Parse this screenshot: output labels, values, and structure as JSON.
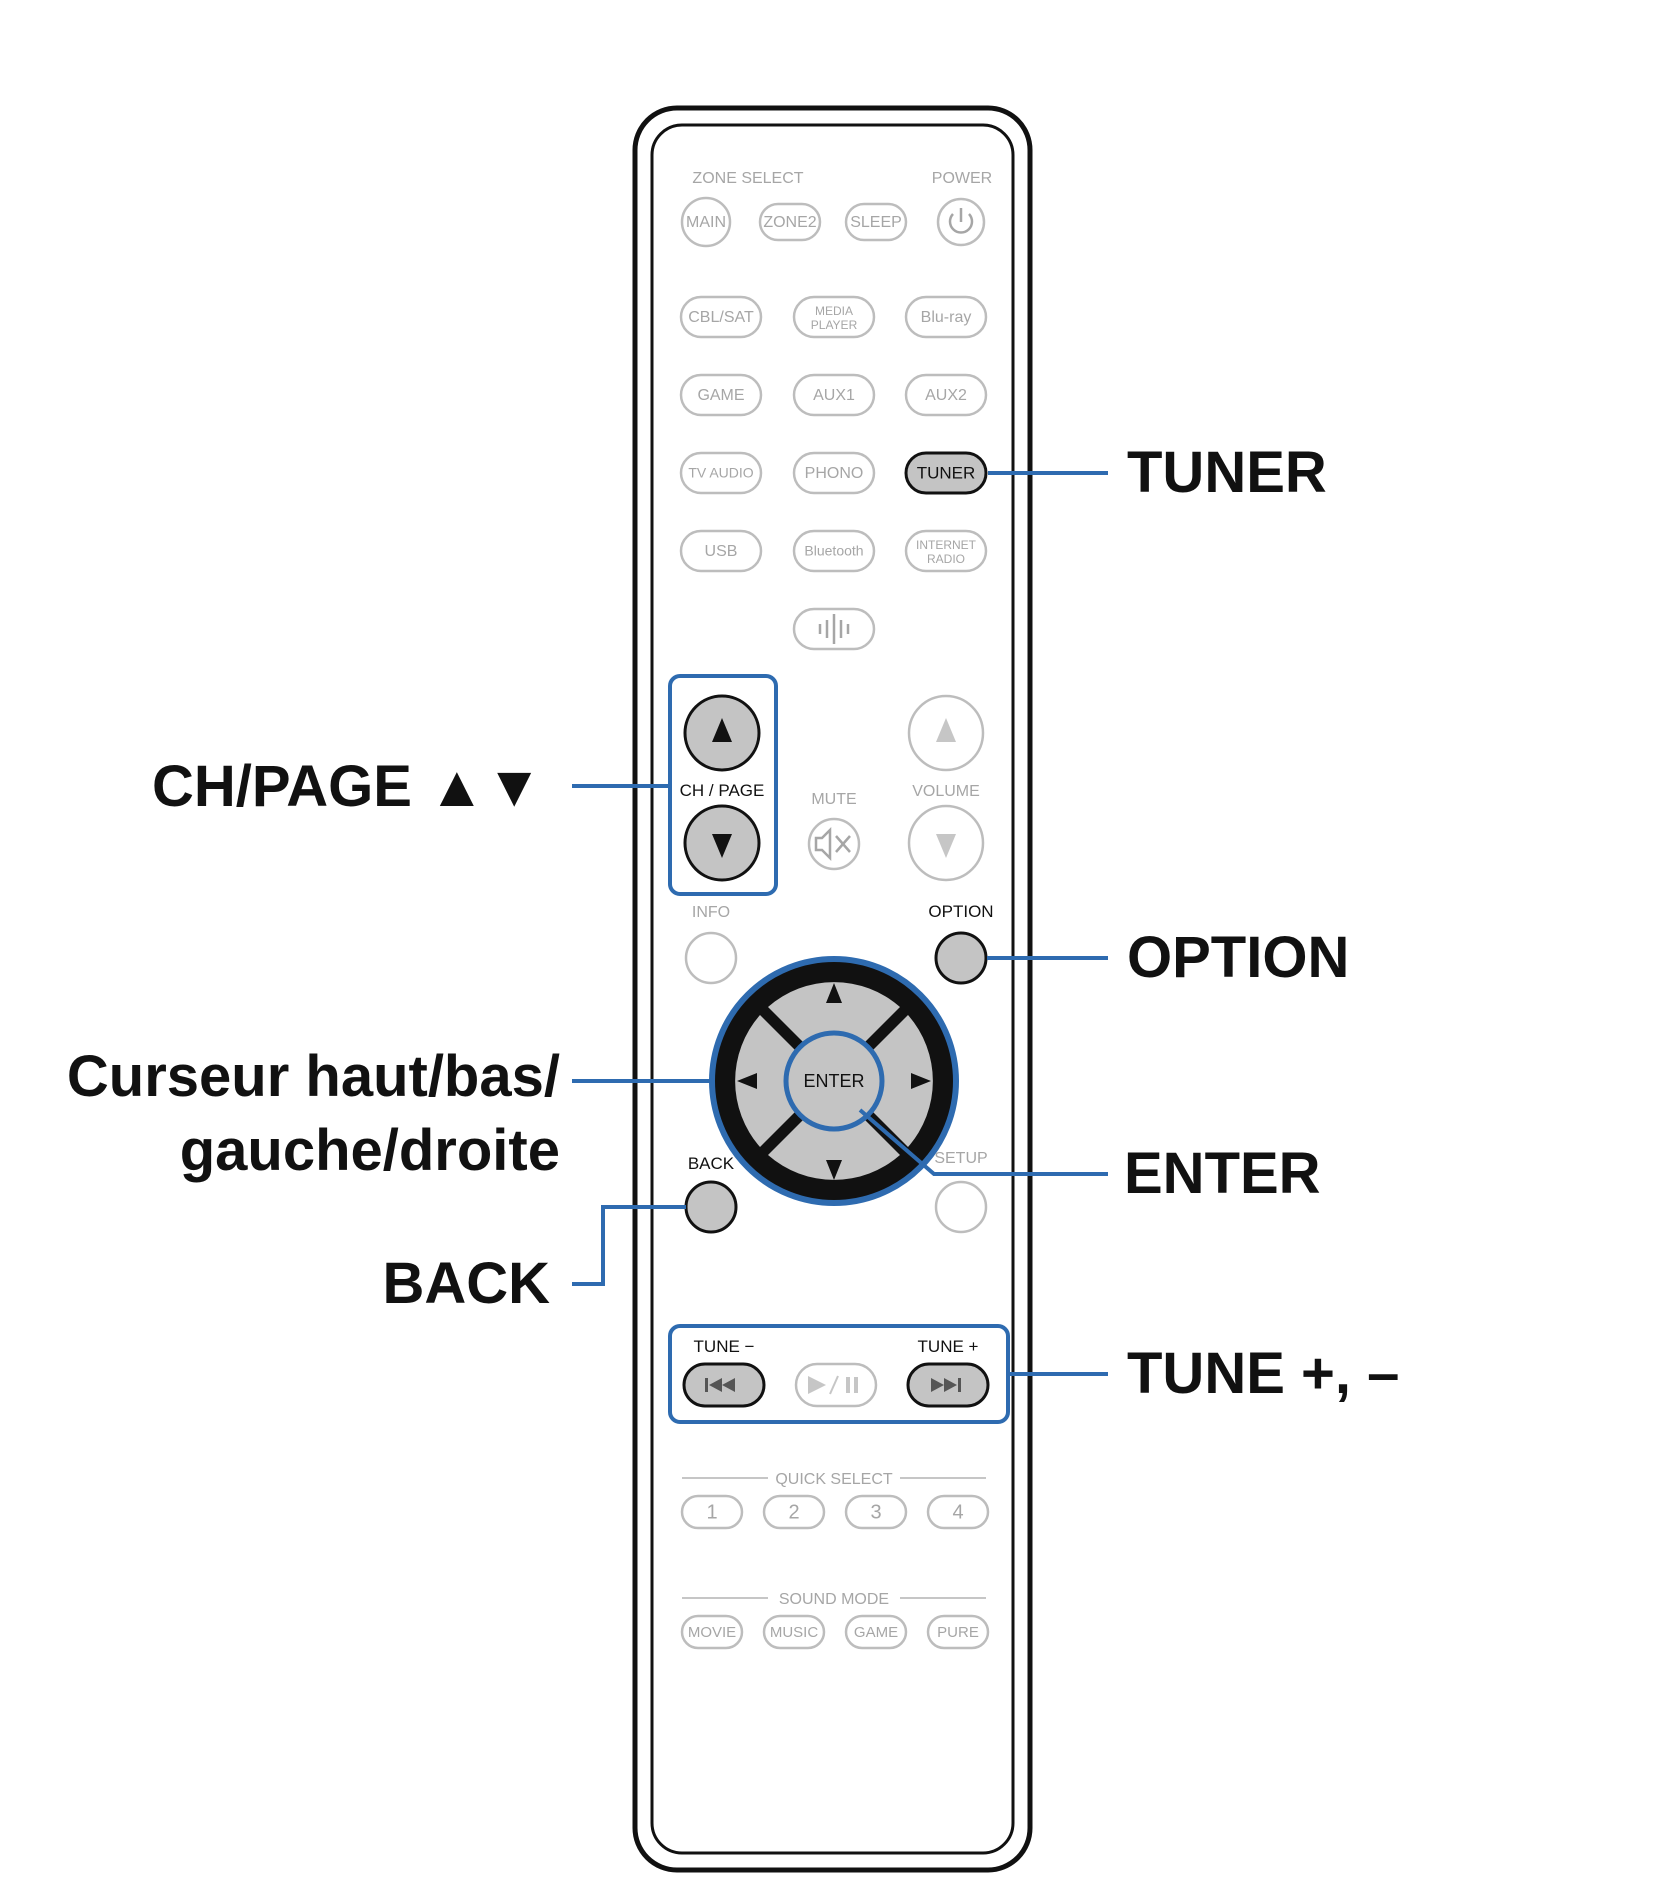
{
  "remote": {
    "zone_select_label": "ZONE SELECT",
    "power_label": "POWER",
    "zone_buttons": [
      "MAIN",
      "ZONE2",
      "SLEEP"
    ],
    "power_icon": "power-icon",
    "source_row1": [
      "CBL/SAT",
      "MEDIA",
      "PLAYER",
      "Blu-ray"
    ],
    "source_row2": [
      "GAME",
      "AUX1",
      "AUX2"
    ],
    "source_row3": [
      "TV AUDIO",
      "PHONO",
      "TUNER"
    ],
    "source_row4": [
      "USB",
      "Bluetooth",
      "INTERNET",
      "RADIO"
    ],
    "heos_icon": "heos-icon",
    "ch_page_label": "CH / PAGE",
    "mute_label": "MUTE",
    "volume_label": "VOLUME",
    "info_label": "INFO",
    "option_label": "OPTION",
    "enter_label": "ENTER",
    "back_label": "BACK",
    "setup_label": "SETUP",
    "tune_minus_label": "TUNE −",
    "tune_plus_label": "TUNE +",
    "quick_select_label": "QUICK SELECT",
    "quick_select_buttons": [
      "1",
      "2",
      "3",
      "4"
    ],
    "sound_mode_label": "SOUND MODE",
    "sound_mode_buttons": [
      "MOVIE",
      "MUSIC",
      "GAME",
      "PURE"
    ]
  },
  "callouts": {
    "tuner": "TUNER",
    "ch_page": "CH/PAGE  ▲▼",
    "option": "OPTION",
    "cursor_line1": "Curseur haut/bas/",
    "cursor_line2": "gauche/droite",
    "enter": "ENTER",
    "back": "BACK",
    "tune": "TUNE +, –"
  },
  "colors": {
    "highlight_blue": "#2e6bb0",
    "active_button": "#c4c4c4",
    "inactive_outline": "#bdbdbd"
  }
}
